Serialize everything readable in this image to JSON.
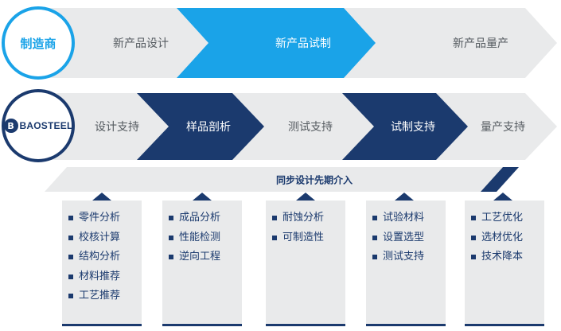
{
  "manufacturer": {
    "label": "制造商",
    "stages": [
      {
        "label": "新产品设计",
        "active": false
      },
      {
        "label": "新产品试制",
        "active": true
      },
      {
        "label": "新产品量产",
        "active": false
      }
    ]
  },
  "baosteel": {
    "logo_text": "BAOSTEEL",
    "logo_icon": "baosteel-logo-icon",
    "stages": [
      {
        "label": "设计支持",
        "active": false
      },
      {
        "label": "样品剖析",
        "active": true
      },
      {
        "label": "测试支持",
        "active": false
      },
      {
        "label": "试制支持",
        "active": true
      },
      {
        "label": "量产支持",
        "active": false
      }
    ]
  },
  "sync": {
    "label": "同步设计先期介入"
  },
  "cards": [
    {
      "items": [
        "零件分析",
        "校核计算",
        "结构分析",
        "材料推荐",
        "工艺推荐"
      ]
    },
    {
      "items": [
        "成品分析",
        "性能检测",
        "逆向工程"
      ]
    },
    {
      "items": [
        "耐蚀分析",
        "可制造性"
      ]
    },
    {
      "items": [
        "试验材料",
        "设置选型",
        "测试支持"
      ]
    },
    {
      "items": [
        "工艺优化",
        "选材优化",
        "技术降本"
      ]
    }
  ],
  "colors": {
    "bright_blue": "#1aa3e8",
    "navy": "#1b3a6e",
    "light_gray": "#e9eaeb",
    "text_gray": "#555b60"
  }
}
